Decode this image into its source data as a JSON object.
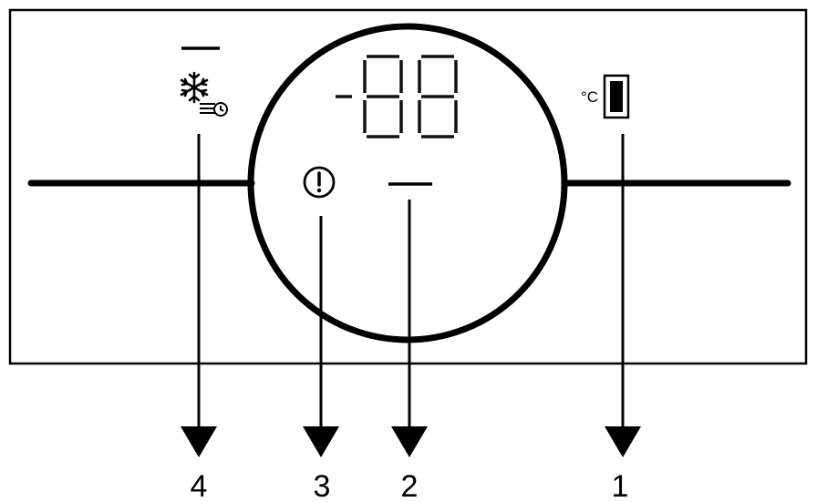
{
  "diagram": {
    "colors": {
      "line": "#000000",
      "background": "#ffffff",
      "segment_dim": "#9a9a9a"
    },
    "display": {
      "digits_text": "-88",
      "unit_text": "°C",
      "icons": [
        "super-freeze-timer-icon",
        "alarm-warning-icon",
        "temperature-bar-icon"
      ]
    },
    "callouts": [
      {
        "label": "4",
        "target": "super-freeze-timer-icon"
      },
      {
        "label": "3",
        "target": "alarm-warning-icon"
      },
      {
        "label": "2",
        "target": "status-dash-indicator"
      },
      {
        "label": "1",
        "target": "temperature-bar-icon"
      }
    ]
  }
}
